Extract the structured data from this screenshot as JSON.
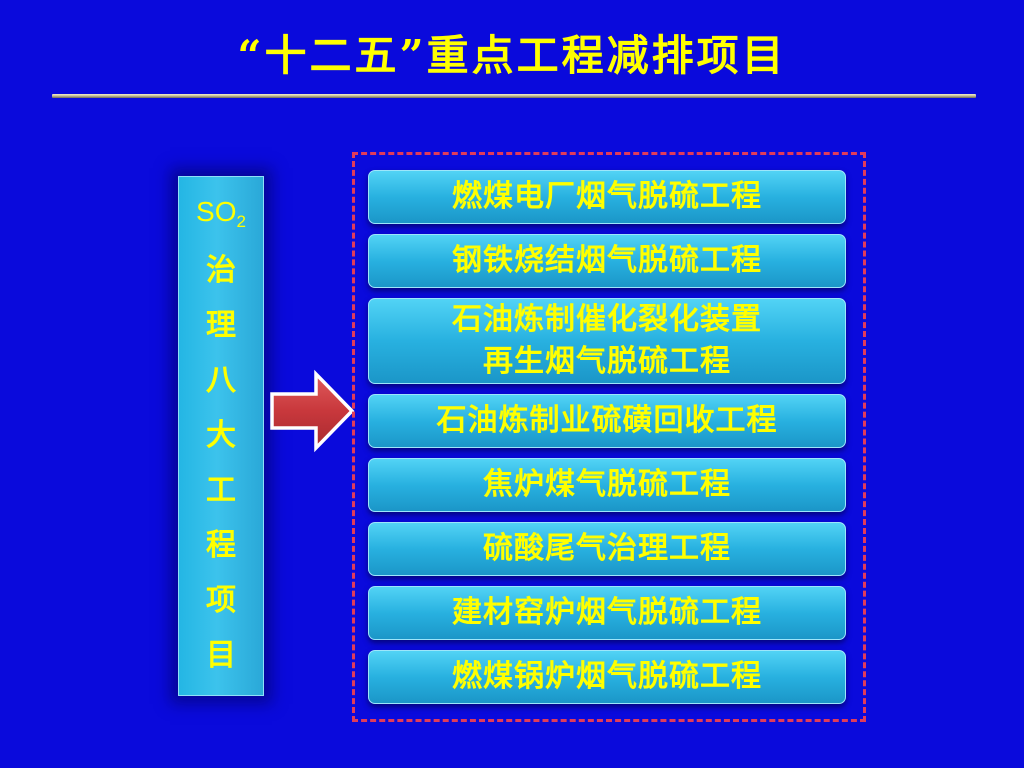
{
  "slide": {
    "title": "“十二五”重点工程减排项目"
  },
  "side_panel": {
    "formula_main": "SO",
    "formula_sub": "2",
    "chars": [
      "治",
      "理",
      "八",
      "大",
      "工",
      "程",
      "项",
      "目"
    ]
  },
  "projects": [
    "燃煤电厂烟气脱硫工程",
    "钢铁烧结烟气脱硫工程",
    "石油炼制催化裂化装置\n再生烟气脱硫工程",
    "石油炼制业硫磺回收工程",
    "焦炉煤气脱硫工程",
    "硫酸尾气治理工程",
    "建材窑炉烟气脱硫工程",
    "燃煤锅炉烟气脱硫工程"
  ],
  "colors": {
    "background": "#0a0adc",
    "text_accent": "#ffff00",
    "frame_dash": "#e03c5a",
    "arrow_fill": "#c8383c"
  },
  "icons": {
    "arrow": "right-arrow-icon"
  }
}
